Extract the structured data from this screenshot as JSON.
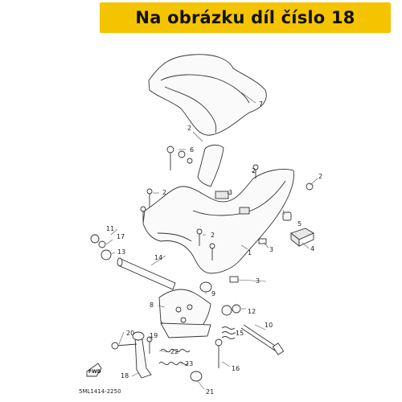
{
  "banner": {
    "text": "Na obrázku díl číslo 18",
    "background": "#f5c400"
  },
  "drawing_code": "5ML1414-2250",
  "fwd_label": "FWD",
  "callouts": {
    "c1": "1",
    "c2a": "2",
    "c2b": "2",
    "c2c": "2",
    "c2d": "2",
    "c2e": "2",
    "c3a": "3",
    "c3b": "3",
    "c3c": "3",
    "c4": "4",
    "c5": "5",
    "c6": "6",
    "c7": "7",
    "c8": "8",
    "c9": "9",
    "c10": "10",
    "c11": "11",
    "c12": "12",
    "c13": "13",
    "c14": "14",
    "c15": "15",
    "c16": "16",
    "c17": "17",
    "c18": "18",
    "c19": "19",
    "c20": "20",
    "c21": "21",
    "c22": "22",
    "c23": "23"
  }
}
